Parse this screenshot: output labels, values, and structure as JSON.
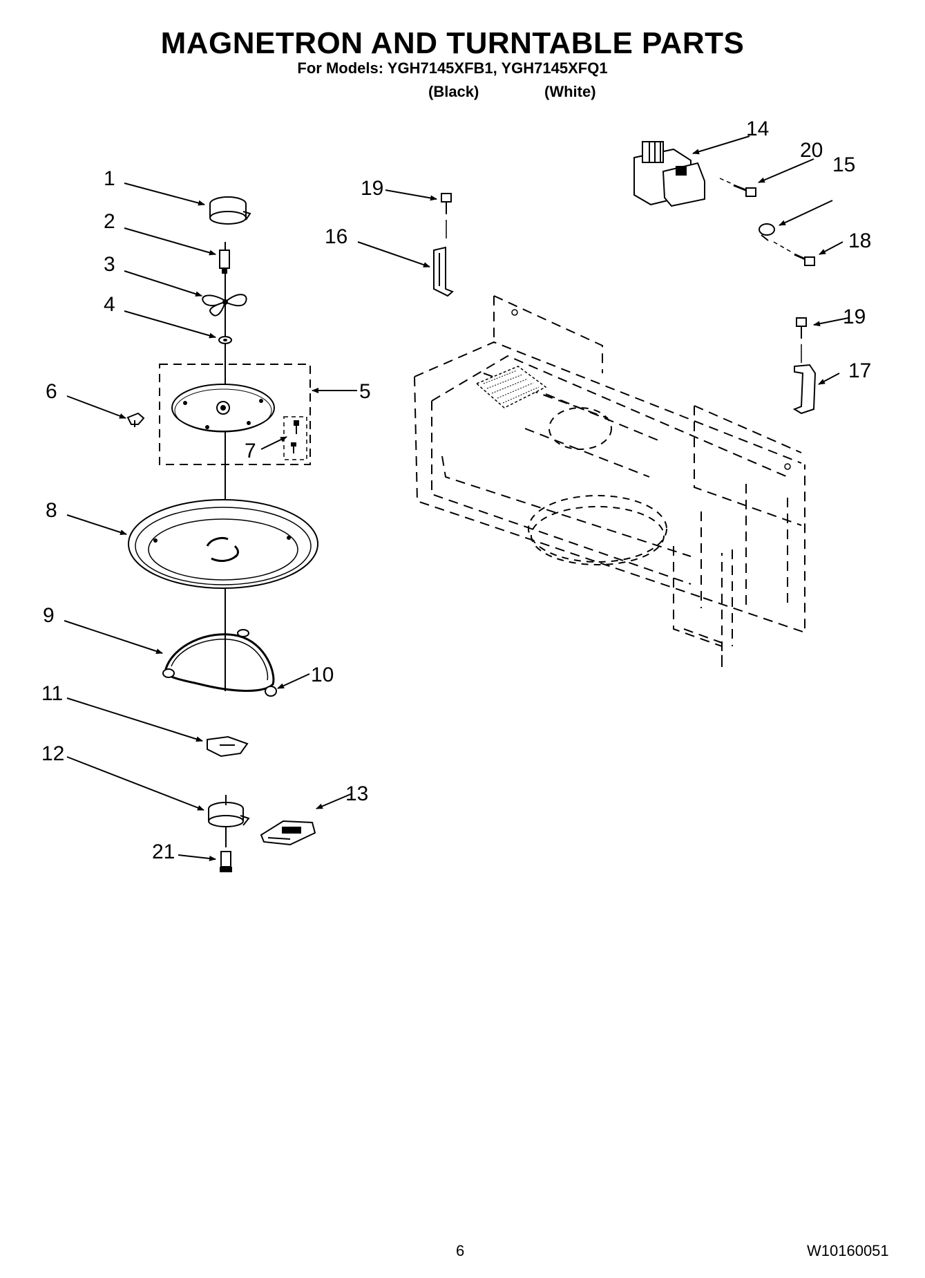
{
  "header": {
    "title": "MAGNETRON AND TURNTABLE PARTS",
    "models": "For Models: YGH7145XFB1, YGH7145XFQ1",
    "variant_black": "(Black)",
    "variant_white": "(White)"
  },
  "callouts": [
    {
      "id": "c1",
      "label": "1"
    },
    {
      "id": "c2",
      "label": "2"
    },
    {
      "id": "c3",
      "label": "3"
    },
    {
      "id": "c4",
      "label": "4"
    },
    {
      "id": "c5",
      "label": "5"
    },
    {
      "id": "c6",
      "label": "6"
    },
    {
      "id": "c7",
      "label": "7"
    },
    {
      "id": "c8",
      "label": "8"
    },
    {
      "id": "c9",
      "label": "9"
    },
    {
      "id": "c10",
      "label": "10"
    },
    {
      "id": "c11",
      "label": "11"
    },
    {
      "id": "c12",
      "label": "12"
    },
    {
      "id": "c13",
      "label": "13"
    },
    {
      "id": "c14",
      "label": "14"
    },
    {
      "id": "c15",
      "label": "15"
    },
    {
      "id": "c16",
      "label": "16"
    },
    {
      "id": "c17",
      "label": "17"
    },
    {
      "id": "c18",
      "label": "18"
    },
    {
      "id": "c19a",
      "label": "19"
    },
    {
      "id": "c19b",
      "label": "19"
    },
    {
      "id": "c20",
      "label": "20"
    },
    {
      "id": "c21",
      "label": "21"
    }
  ],
  "footer": {
    "page_number": "6",
    "document_number": "W10160051"
  }
}
